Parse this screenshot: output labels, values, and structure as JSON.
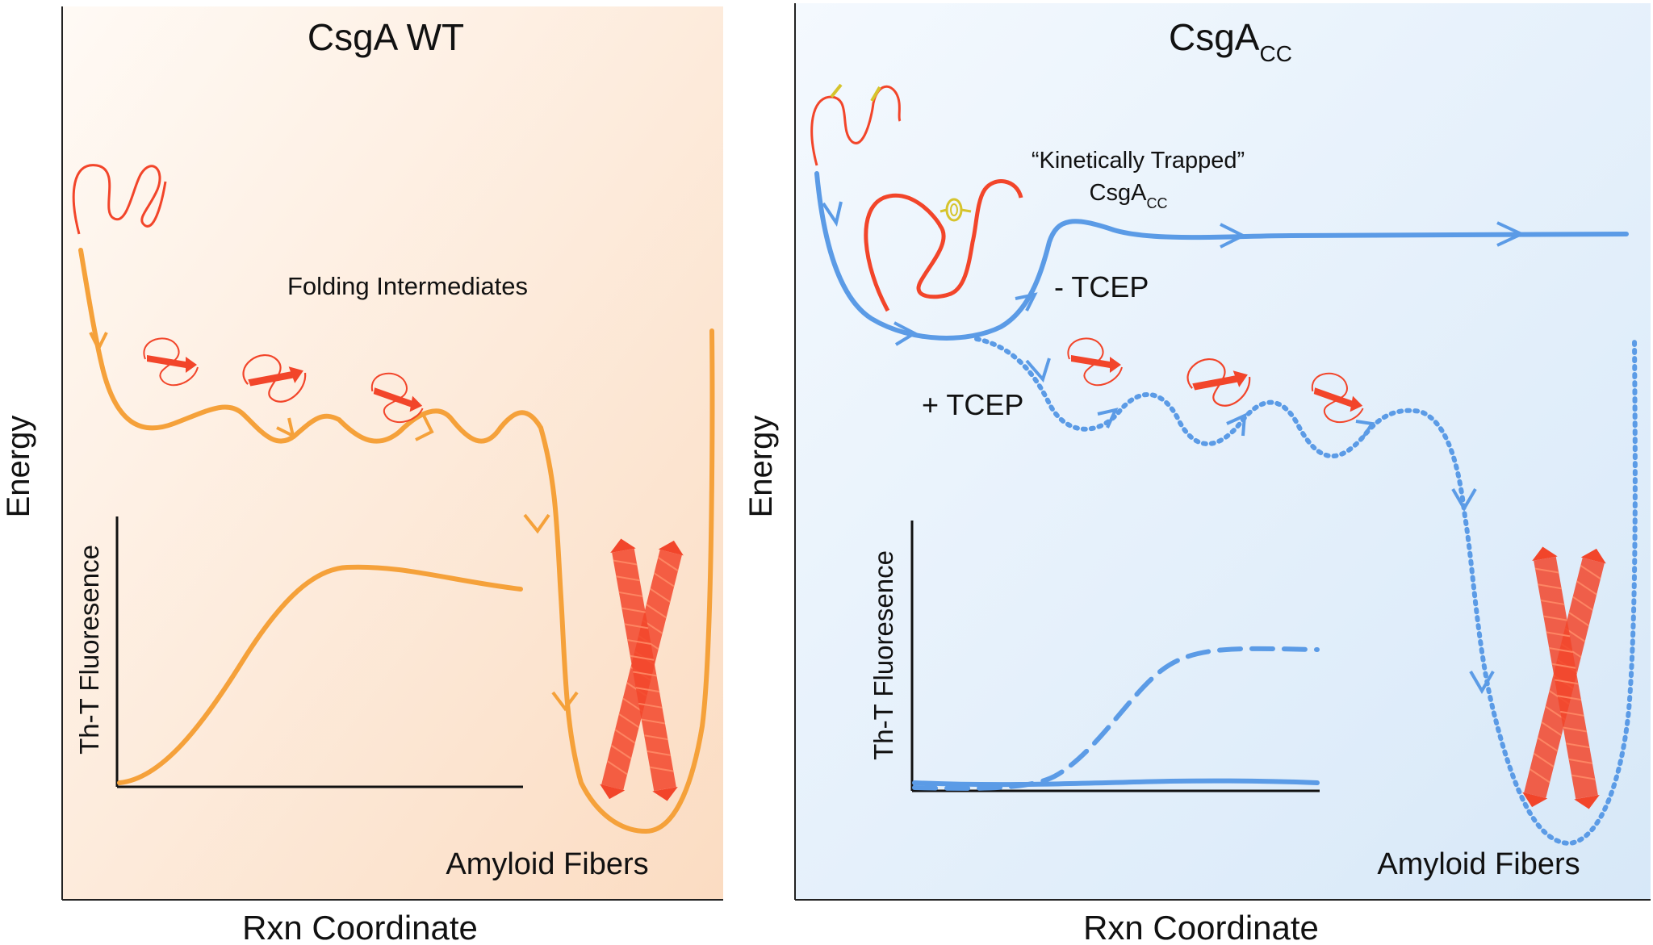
{
  "colors": {
    "wt_panel_bg_start": "#fffaf5",
    "wt_panel_bg_end": "#fbdcc2",
    "cc_panel_bg_start": "#f4f9fe",
    "cc_panel_bg_end": "#d7e8f8",
    "wt_curve": "#f5a13a",
    "cc_curve": "#5b9be6",
    "protein": "#f2452a",
    "disulfide": "#d6c42c"
  },
  "left_panel": {
    "title": "CsgA WT",
    "y_axis_label": "Energy",
    "x_axis_label": "Rxn Coordinate",
    "intermediates_label": "Folding Intermediates",
    "product_label": "Amyloid Fibers",
    "inset": {
      "y_label": "Th-T Fluoresence"
    }
  },
  "right_panel": {
    "title_main": "CsgA",
    "title_sub": "CC",
    "y_axis_label": "Energy",
    "x_axis_label": "Rxn Coordinate",
    "trapped_label_line1": "“Kinetically Trapped”",
    "trapped_label_line2_main": "CsgA",
    "trapped_label_line2_sub": "CC",
    "minus_tcep": "- TCEP",
    "plus_tcep": "+ TCEP",
    "product_label": "Amyloid Fibers",
    "inset": {
      "y_label": "Th-T Fluoresence"
    }
  }
}
